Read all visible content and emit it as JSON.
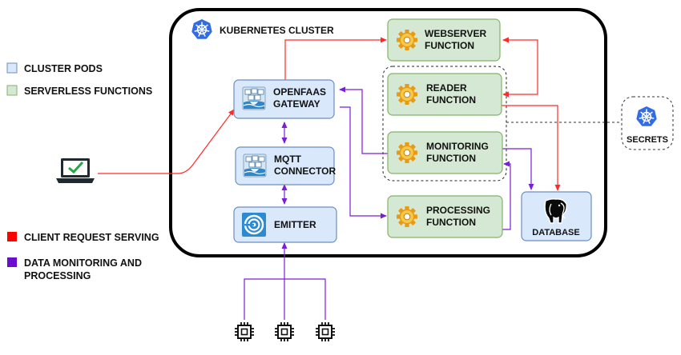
{
  "cluster": {
    "title": "KUBERNETES CLUSTER"
  },
  "legend": {
    "cluster_pods": "CLUSTER PODS",
    "serverless_functions": "SERVERLESS FUNCTIONS",
    "client_request": "CLIENT REQUEST SERVING",
    "data_monitoring_1": "DATA MONITORING AND",
    "data_monitoring_2": "PROCESSING"
  },
  "pods": {
    "gateway": {
      "line1": "OPENFAAS",
      "line2": "GATEWAY"
    },
    "mqtt": {
      "line1": "MQTT",
      "line2": "CONNECTOR"
    },
    "emitter": {
      "label": "EMITTER"
    }
  },
  "functions": {
    "webserver": {
      "line1": "WEBSERVER",
      "line2": "FUNCTION"
    },
    "reader": {
      "line1": "READER",
      "line2": "FUNCTION"
    },
    "monitoring": {
      "line1": "MONITORING",
      "line2": "FUNCTION"
    },
    "processing": {
      "line1": "PROCESSING",
      "line2": "FUNCTION"
    }
  },
  "database": {
    "label": "DATABASE"
  },
  "secrets": {
    "label": "SECRETS"
  },
  "colors": {
    "pod_fill": "#dae8fc",
    "pod_stroke": "#6c8ebf",
    "func_fill": "#d5e8d4",
    "func_stroke": "#82b366",
    "red": "#ff2a2a",
    "purple": "#7a1fd6",
    "k8s_blue": "#326ce5"
  }
}
